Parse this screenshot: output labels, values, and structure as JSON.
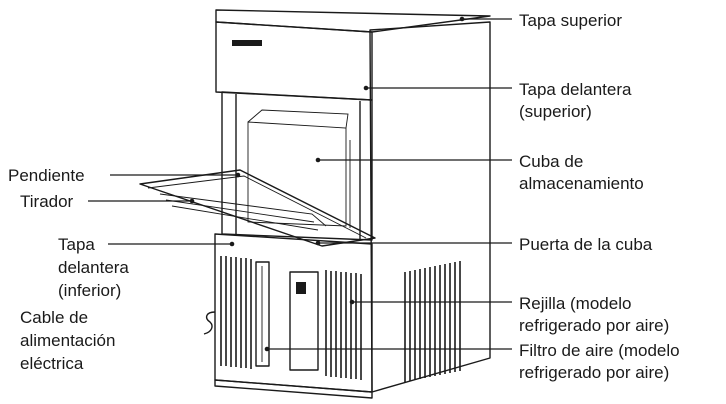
{
  "labels": {
    "tapa_superior": "Tapa superior",
    "tapa_delantera_sup_l1": "Tapa delantera",
    "tapa_delantera_sup_l2": "(superior)",
    "cuba_l1": "Cuba de",
    "cuba_l2": "almacenamiento",
    "puerta_cuba": "Puerta de la cuba",
    "rejilla_l1": "Rejilla (modelo",
    "rejilla_l2": "refrigerado por aire)",
    "filtro_l1": "Filtro de aire (modelo",
    "filtro_l2": "refrigerado por aire)",
    "pendiente": "Pendiente",
    "tirador": "Tirador",
    "tapa_inf_l1": "Tapa",
    "tapa_inf_l2": "delantera",
    "tapa_inf_l3": "(inferior)",
    "cable_l1": "Cable de",
    "cable_l2": "alimentación",
    "cable_l3": "eléctrica"
  },
  "colors": {
    "line": "#1a1a1a",
    "body_light": "#f4f4f4",
    "body_mid": "#e2e2e2",
    "body_dark": "#c9c9c9"
  }
}
